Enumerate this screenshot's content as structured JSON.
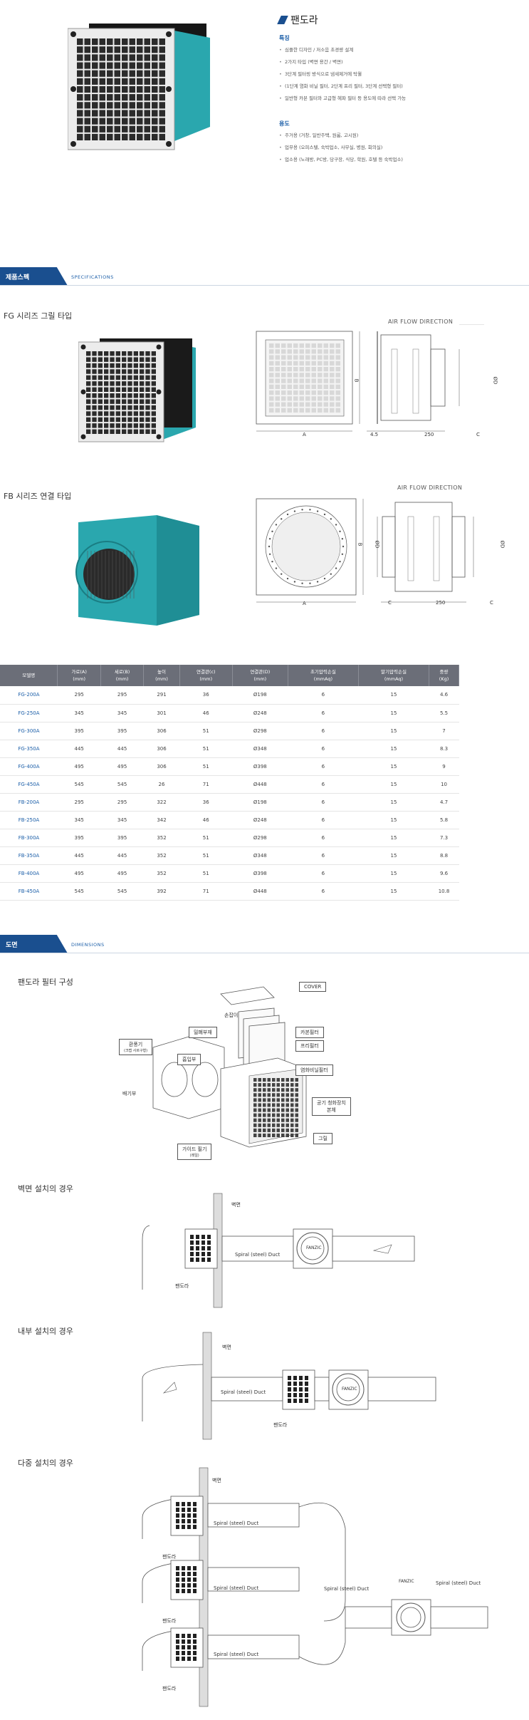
{
  "product": {
    "title": "팬도라",
    "features_heading": "특징",
    "features": [
      "심플한 디자인 / 저소음 초경량 설계",
      "2가지 타입 (벽면 용간 / 벽면)",
      "3단계 필터링 방식으로 냄새제거에 탁월",
      "(1단계 염화 비닐 필터, 2단계 프리 필터, 3단계 선택형 필터)",
      "일반형 카본 필터와 고급형 헤파 필터 등 용도에 따라 선택 가능"
    ],
    "uses_heading": "용도",
    "uses": [
      "주거용 (거창, 일반주택, 원룸, 고시원)",
      "업무용 (오피스텔, 숙박업소, 사무실, 병원, 회의실)",
      "업소용 (노래방, PC방, 당구장, 식당, 학원, 호텔 등 숙박업소)"
    ]
  },
  "specs_section": {
    "label": "제품스펙",
    "en": "SPECIFICATIONS"
  },
  "fg": {
    "title": "FG 시리즈 그릴 타입",
    "air_flow": "AIR FLOW DIRECTION",
    "dim_a": "A",
    "dim_b": "B",
    "dim_45": "4.5",
    "dim_250": "250",
    "dim_c": "C",
    "dim_od": "ØD"
  },
  "fb": {
    "title": "FB 시리즈 연결 타입",
    "air_flow": "AIR FLOW DIRECTION",
    "dim_a": "A",
    "dim_b": "B",
    "dim_od": "ØD",
    "dim_250": "250",
    "dim_c1": "C",
    "dim_c2": "C",
    "dim_od2": "ØD"
  },
  "table": {
    "headers": [
      "모델명",
      "가로(A)\n(mm)",
      "세로(B)\n(mm)",
      "높이\n(mm)",
      "연결관(c)\n(mm)",
      "연결관(D)\n(mm)",
      "초기압력손실\n(mmAq)",
      "말기압력손실\n(mmAq)",
      "중량\n(Kg)"
    ],
    "rows": [
      [
        "FG-200A",
        "295",
        "295",
        "291",
        "36",
        "Ø198",
        "6",
        "15",
        "4.6"
      ],
      [
        "FG-250A",
        "345",
        "345",
        "301",
        "46",
        "Ø248",
        "6",
        "15",
        "5.5"
      ],
      [
        "FG-300A",
        "395",
        "395",
        "306",
        "51",
        "Ø298",
        "6",
        "15",
        "7"
      ],
      [
        "FG-350A",
        "445",
        "445",
        "306",
        "51",
        "Ø348",
        "6",
        "15",
        "8.3"
      ],
      [
        "FG-400A",
        "495",
        "495",
        "306",
        "51",
        "Ø398",
        "6",
        "15",
        "9"
      ],
      [
        "FG-450A",
        "545",
        "545",
        "26",
        "71",
        "Ø448",
        "6",
        "15",
        "10"
      ],
      [
        "FB-200A",
        "295",
        "295",
        "322",
        "36",
        "Ø198",
        "6",
        "15",
        "4.7"
      ],
      [
        "FB-250A",
        "345",
        "345",
        "342",
        "46",
        "Ø248",
        "6",
        "15",
        "5.8"
      ],
      [
        "FB-300A",
        "395",
        "395",
        "352",
        "51",
        "Ø298",
        "6",
        "15",
        "7.3"
      ],
      [
        "FB-350A",
        "445",
        "445",
        "352",
        "51",
        "Ø348",
        "6",
        "15",
        "8.8"
      ],
      [
        "FB-400A",
        "495",
        "495",
        "352",
        "51",
        "Ø398",
        "6",
        "15",
        "9.6"
      ],
      [
        "FB-450A",
        "545",
        "545",
        "392",
        "71",
        "Ø448",
        "6",
        "15",
        "10.8"
      ]
    ]
  },
  "dims_section": {
    "label": "도면",
    "en": "DIMENSIONS"
  },
  "filter_config": {
    "title": "팬도라 필터 구성",
    "labels": {
      "cover": "COVER",
      "handle": "손잡이",
      "seal": "밀폐부재",
      "carbon": "카본필터",
      "prefilter": "프리필터",
      "pvc": "염화비닐필터",
      "connector": "환풍기",
      "connector_sub": "(크랩 사르구형)",
      "intake": "흡입부",
      "exhaust": "배기부",
      "purifier": "공기 청화장치",
      "purifier_sub": "본체",
      "grill": "그릴",
      "guide": "가이드 필기",
      "guide_sub": "(레일)"
    }
  },
  "wall_install": {
    "title": "벽면 설치의 경우",
    "wall": "벽면",
    "duct": "Spiral (steel) Duct",
    "unit": "팬도라",
    "fan": "FANZIC"
  },
  "inner_install": {
    "title": "내부 설치의 경우",
    "wall": "벽면",
    "duct": "Spiral (steel) Duct",
    "unit": "팬도라",
    "fan": "FANZIC"
  },
  "multi_install": {
    "title": "다중 설치의 경우",
    "wall": "벽면",
    "duct1": "Spiral (steel) Duct",
    "duct2": "Spiral (steel) Duct",
    "duct3": "Spiral (steel) Duct",
    "duct4": "Spiral (steel) Duct",
    "duct5": "Spiral (steel) Duct",
    "unit1": "팬도라",
    "unit2": "팬도라",
    "unit3": "팬도라",
    "fan": "FANZIC"
  }
}
